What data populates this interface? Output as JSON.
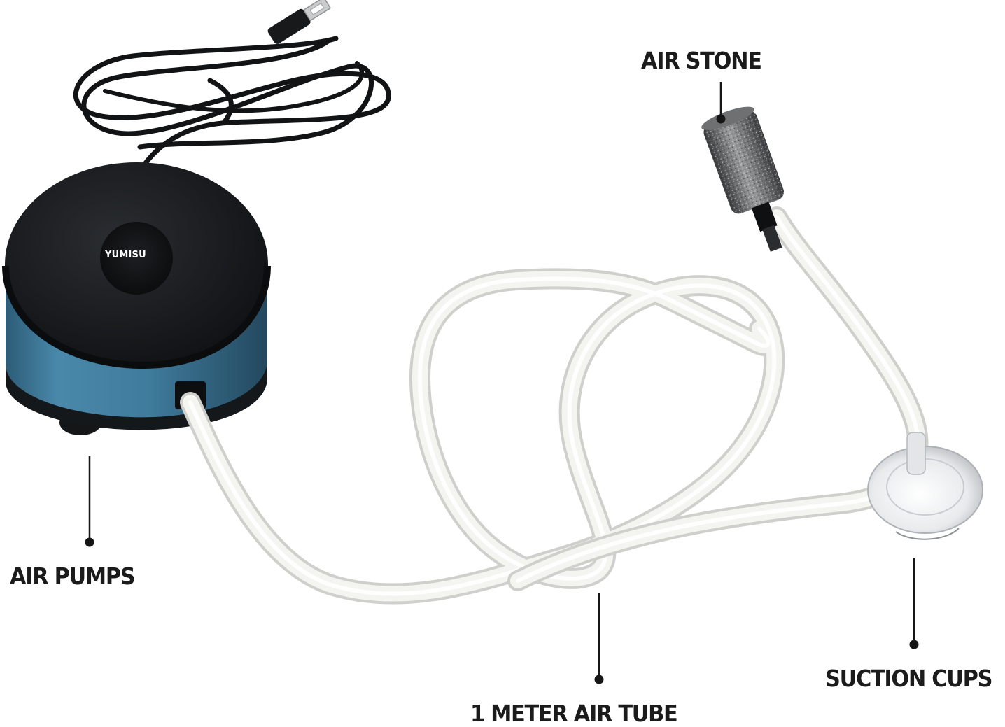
{
  "labels": {
    "air_stone": "AIR STONE",
    "air_pumps": "AIR PUMPS",
    "air_tube": "1 METER AIR TUBE",
    "suction_cups": "SUCTION CUPS"
  },
  "product": {
    "brand": "YUMISU"
  },
  "colors": {
    "background": "#ffffff",
    "pump_top": "#16181b",
    "pump_body": "#3d7696",
    "tube": "#eeeeea",
    "text": "#1b1b1b"
  }
}
